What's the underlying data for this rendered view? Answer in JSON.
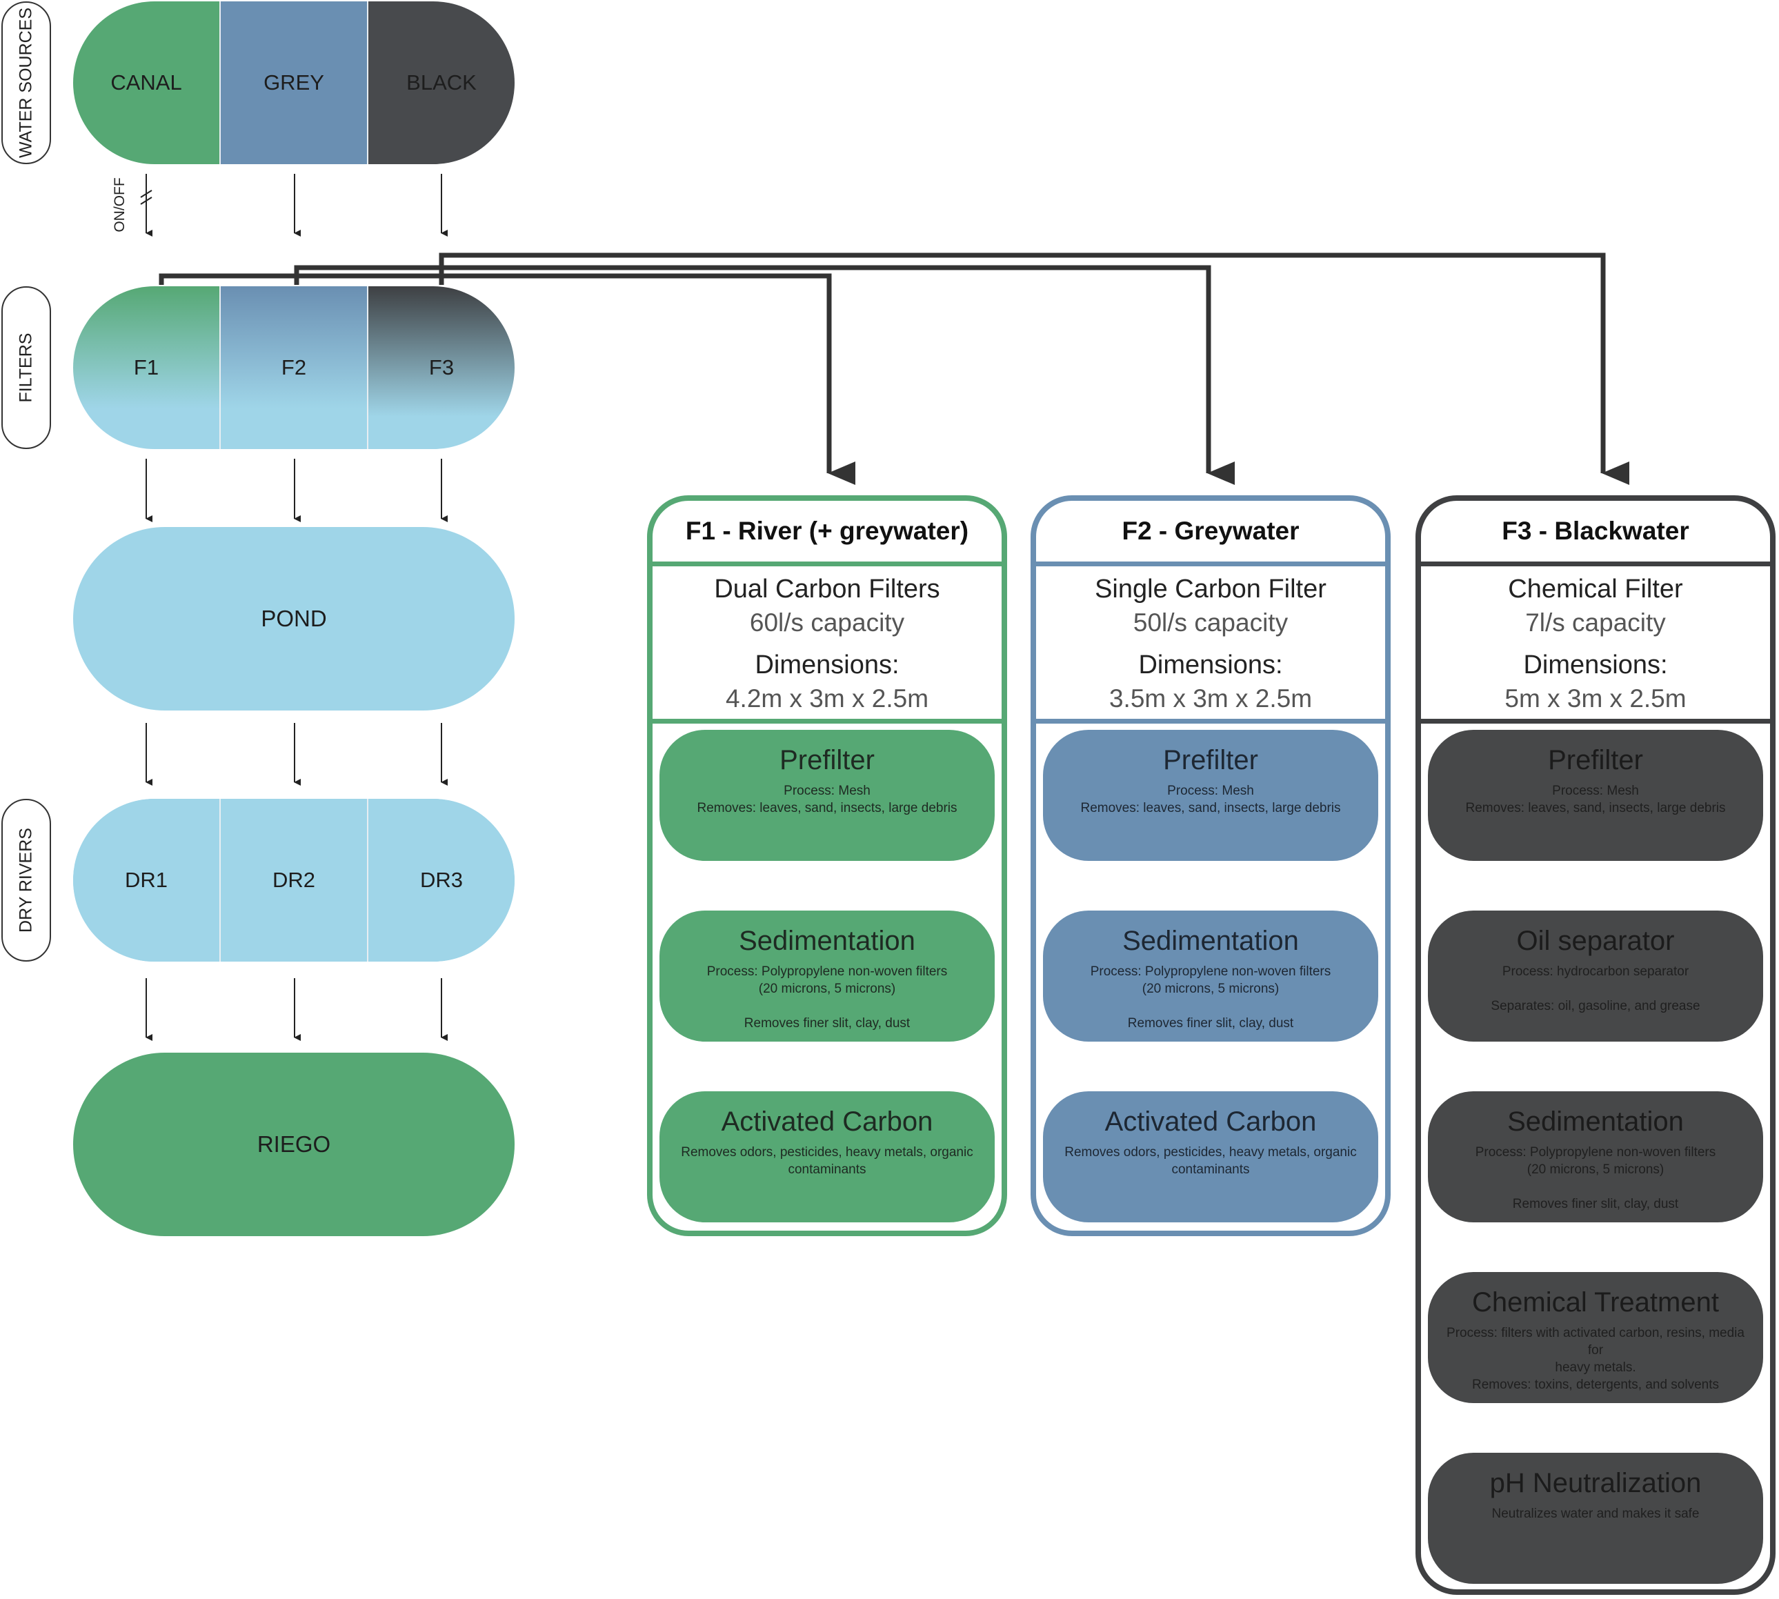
{
  "side_labels": {
    "sources": "WATER SOURCES",
    "filters": "FILTERS",
    "dry_rivers": "DRY RIVERS"
  },
  "sources": {
    "canal": "CANAL",
    "grey": "GREY",
    "black": "BLACK"
  },
  "onoff": "ON/OFF",
  "filters": {
    "f1": "F1",
    "f2": "F2",
    "f3": "F3"
  },
  "pond": "POND",
  "dry_rivers": {
    "dr1": "DR1",
    "dr2": "DR2",
    "dr3": "DR3"
  },
  "riego": "RIEGO",
  "colors": {
    "green": "#56a874",
    "blue": "#6a8fb2",
    "dark": "#474849",
    "light_blue": "#9fd5e8"
  },
  "panels": {
    "f1": {
      "title": "F1 - River (+ greywater)",
      "filter_name": "Dual Carbon Filters",
      "capacity": "60l/s capacity",
      "dimensions_label": "Dimensions:",
      "dimensions": "4.2m x 3m x 2.5m",
      "steps": [
        {
          "title": "Prefilter",
          "desc": "Process: Mesh\nRemoves: leaves, sand, insects, large debris"
        },
        {
          "title": "Sedimentation",
          "desc": "Process: Polypropylene non-woven filters\n(20 microns, 5 microns)\n\nRemoves finer slit, clay, dust"
        },
        {
          "title": "Activated Carbon",
          "desc": "Removes odors, pesticides, heavy metals, organic\ncontaminants"
        }
      ]
    },
    "f2": {
      "title": "F2 - Greywater",
      "filter_name": "Single Carbon Filter",
      "capacity": "50l/s capacity",
      "dimensions_label": "Dimensions:",
      "dimensions": "3.5m x 3m x 2.5m",
      "steps": [
        {
          "title": "Prefilter",
          "desc": "Process: Mesh\nRemoves: leaves, sand, insects, large debris"
        },
        {
          "title": "Sedimentation",
          "desc": "Process: Polypropylene non-woven filters\n(20 microns, 5 microns)\n\nRemoves finer slit, clay, dust"
        },
        {
          "title": "Activated Carbon",
          "desc": "Removes odors, pesticides, heavy metals, organic\ncontaminants"
        }
      ]
    },
    "f3": {
      "title": "F3 - Blackwater",
      "filter_name": "Chemical Filter",
      "capacity": "7l/s capacity",
      "dimensions_label": "Dimensions:",
      "dimensions": "5m x 3m x 2.5m",
      "steps": [
        {
          "title": "Prefilter",
          "desc": "Process: Mesh\nRemoves: leaves, sand, insects, large debris"
        },
        {
          "title": "Oil separator",
          "desc": "Process: hydrocarbon separator\n\nSeparates: oil, gasoline, and grease"
        },
        {
          "title": "Sedimentation",
          "desc": "Process: Polypropylene non-woven filters\n(20 microns, 5 microns)\n\nRemoves finer slit, clay, dust"
        },
        {
          "title": "Chemical Treatment",
          "desc": "Process: filters with activated carbon, resins, media for\nheavy metals.\nRemoves: toxins, detergents, and solvents"
        },
        {
          "title": "pH Neutralization",
          "desc": "Neutralizes water and makes it safe"
        }
      ]
    }
  }
}
